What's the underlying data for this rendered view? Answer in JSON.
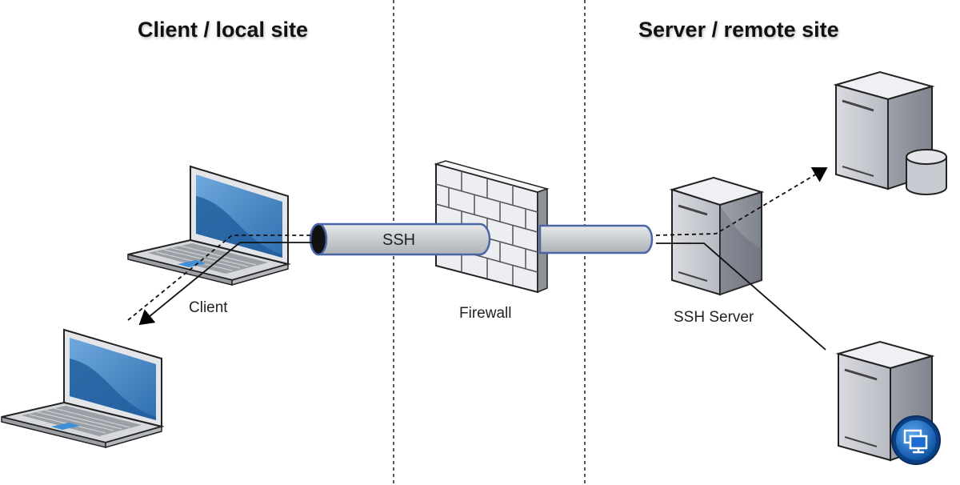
{
  "headings": {
    "left": "Client / local site",
    "right": "Server / remote site"
  },
  "labels": {
    "client": "Client",
    "firewall": "Firewall",
    "ssh_server": "SSH Server",
    "tunnel": "SSH"
  },
  "icons": {
    "client_laptop": "laptop-icon",
    "second_laptop": "laptop-icon",
    "firewall": "brick-wall-icon",
    "ssh_server": "server-tower-icon",
    "db_server": "database-server-icon",
    "desktop_server": "remote-desktop-server-icon"
  },
  "colors": {
    "screen_blue": "#2f78b8",
    "tunnel_gray": "#d0d3d6",
    "tunnel_border": "#4a66a8",
    "server_gray": "#b9bcc4"
  }
}
